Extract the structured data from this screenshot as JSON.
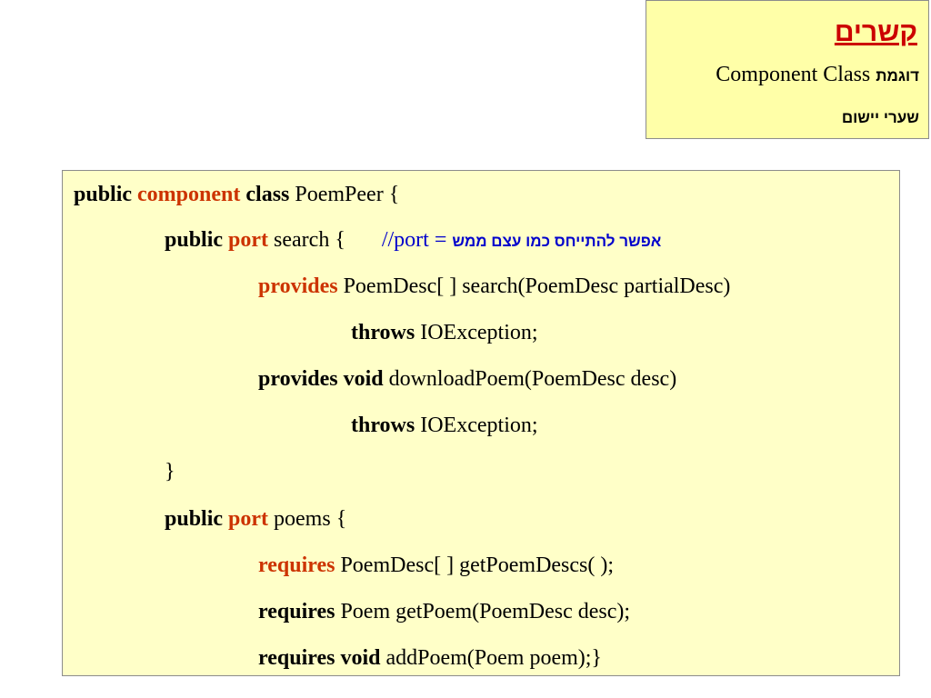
{
  "header": {
    "title": "קשרים",
    "subtitle_hebrew": "דוגמת",
    "subtitle_latin": "Component Class",
    "note": "שערי יישום"
  },
  "code": {
    "line1": {
      "kw_public": "public",
      "kw_component": "component",
      "kw_class": "class",
      "rest": " PoemPeer {"
    },
    "line2": {
      "kw_public": "public",
      "kw_port": "port",
      "rest": " search {",
      "comment_prefix": "//port = ",
      "comment_hebrew": "אפשר להתייחס כמו עצם ממש"
    },
    "line3": {
      "kw_provides": "provides",
      "rest": " PoemDesc[ ] search(PoemDesc partialDesc)"
    },
    "line4": {
      "kw_throws": "throws",
      "rest": " IOException;"
    },
    "line5": {
      "kw_provides_void": "provides void",
      "rest": " downloadPoem(PoemDesc desc)"
    },
    "line6": {
      "kw_throws": "throws",
      "rest": " IOException;"
    },
    "line7": {
      "rest": "}"
    },
    "line8": {
      "kw_public": "public",
      "kw_port": "port",
      "rest": " poems {"
    },
    "line9": {
      "kw_requires": "requires",
      "rest": " PoemDesc[ ] getPoemDescs( );"
    },
    "line10": {
      "kw_requires": "requires",
      "rest": " Poem getPoem(PoemDesc desc);"
    },
    "line11": {
      "kw_requires_void": "requires void",
      "rest": " addPoem(Poem poem);}"
    }
  },
  "colors": {
    "header_bg": "#ffffa8",
    "code_bg": "#ffffc8",
    "title_red": "#cc0000",
    "keyword_red": "#cc3300",
    "comment_blue": "#0000cc"
  }
}
